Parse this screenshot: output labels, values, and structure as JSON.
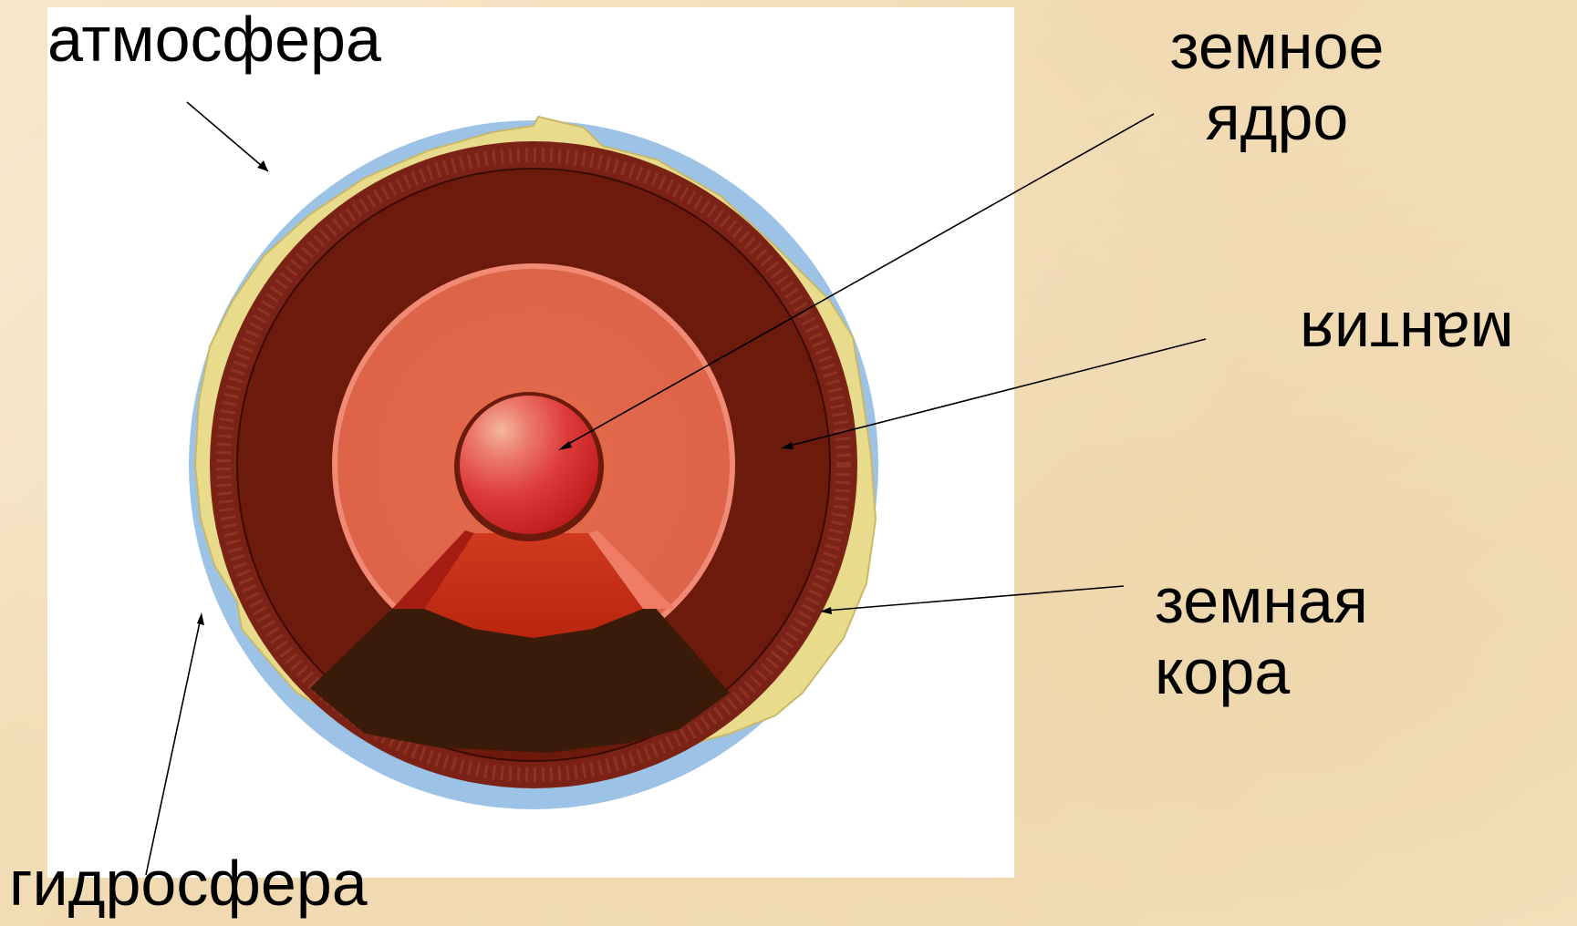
{
  "labels": {
    "atmosphere": "атмосфера",
    "core_line1": "земное",
    "core_line2": "ядро",
    "mantle": "мантия",
    "crust_line1": "земная",
    "crust_line2": "кора",
    "hydrosphere": "гидросфера"
  },
  "colors": {
    "atmosphere_blue": "#9cc3e6",
    "crust_yellow": "#e8dc8c",
    "outer_mantle": "#7a2216",
    "mantle": "#6b1a0c",
    "outer_core": "#e0674a",
    "inner_core": "#d63a2e",
    "cutaway_dark": "#3a1a08"
  }
}
